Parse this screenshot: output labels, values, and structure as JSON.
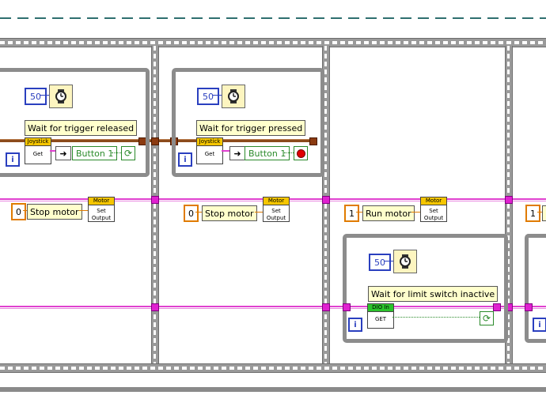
{
  "colors": {
    "refnum_wire": "#e040d0",
    "cluster_wire": "#8b4a1b",
    "numeric_constant": "#2a3fbf",
    "unsigned_constant": "#e07b00",
    "label_background": "#ffffcc",
    "vi_header": "#f5c600",
    "dio_header": "#2bc42b"
  },
  "frame1": {
    "wait_ms": "50",
    "label": "Wait for trigger released",
    "joystick": {
      "header": "Joystick",
      "body": "Get"
    },
    "button": "Button 1",
    "iteration": "i",
    "motor_value": "0",
    "motor_label": "Stop motor",
    "motor_vi": {
      "header": "Motor",
      "body": "Set Output"
    }
  },
  "frame2": {
    "wait_ms": "50",
    "label": "Wait for trigger pressed",
    "joystick": {
      "header": "Joystick",
      "body": "Get"
    },
    "button": "Button 1",
    "iteration": "i",
    "motor_value": "0",
    "motor_label": "Stop motor",
    "motor_vi": {
      "header": "Motor",
      "body": "Set Output"
    }
  },
  "frame3": {
    "motor_value": "1",
    "motor_label": "Run motor",
    "motor_vi": {
      "header": "Motor",
      "body": "Set Output"
    },
    "wait_ms": "50",
    "label": "Wait for limit switch inactive",
    "dio": {
      "header": "DIO In",
      "body": "GET"
    },
    "iteration": "i"
  },
  "frame4": {
    "motor_value": "1",
    "iteration": "i"
  },
  "icons": {
    "timer": "stopwatch-icon",
    "unbundle_arrow": "arrow-right-icon",
    "loop_continue": "continue-if-true-icon",
    "loop_stop": "stop-if-true-icon"
  }
}
